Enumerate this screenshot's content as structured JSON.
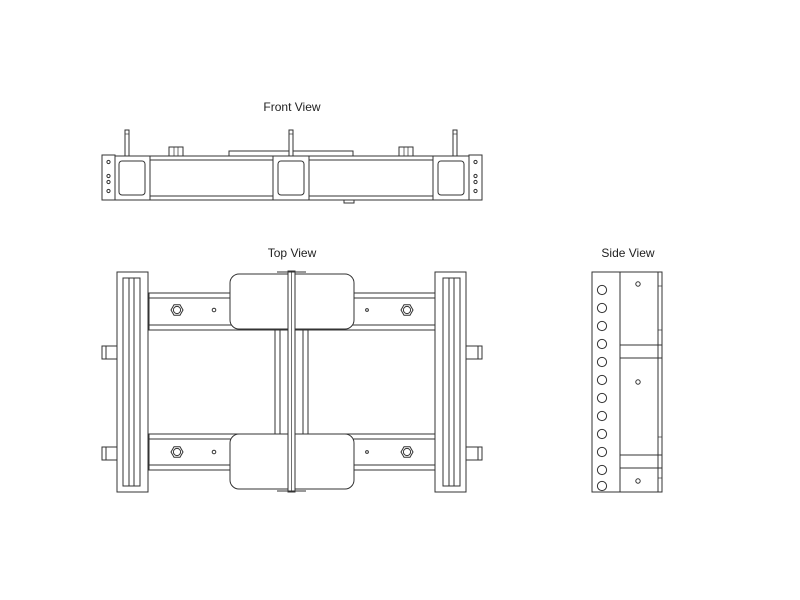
{
  "views": {
    "front": {
      "title": "Front View"
    },
    "top": {
      "title": "Top View"
    },
    "side": {
      "title": "Side View"
    }
  },
  "colors": {
    "line": "#333333",
    "background": "#ffffff"
  }
}
